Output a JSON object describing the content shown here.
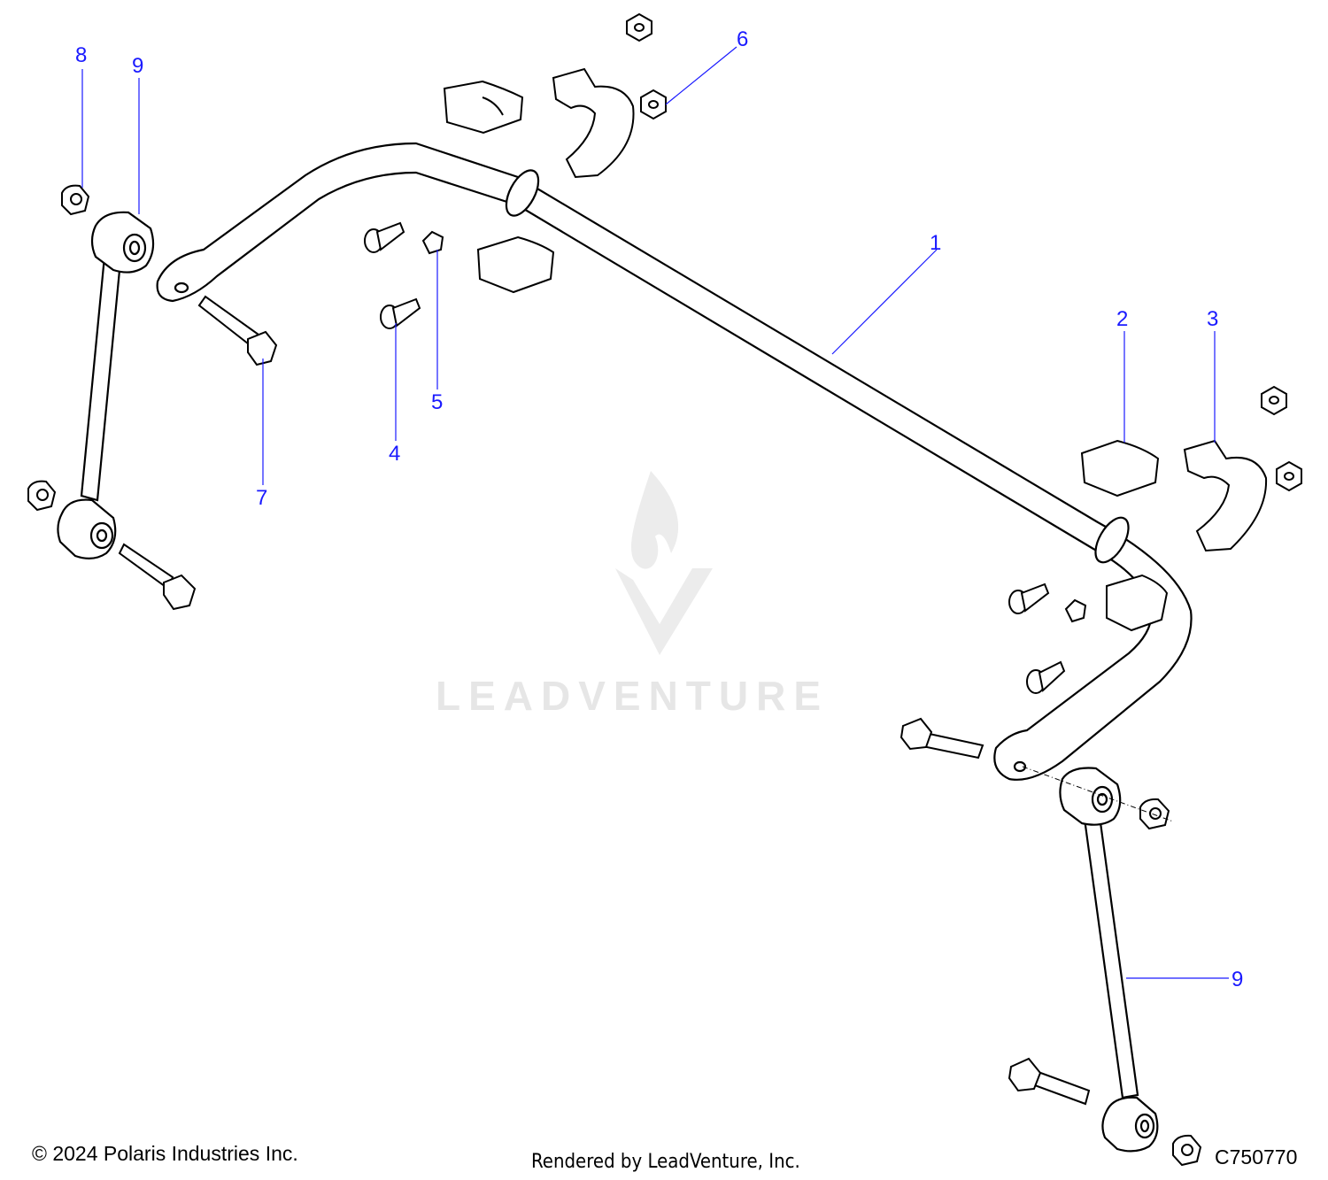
{
  "diagram": {
    "callouts": [
      {
        "id": "c1",
        "label": "1"
      },
      {
        "id": "c2",
        "label": "2"
      },
      {
        "id": "c3",
        "label": "3"
      },
      {
        "id": "c4",
        "label": "4"
      },
      {
        "id": "c5",
        "label": "5"
      },
      {
        "id": "c6",
        "label": "6"
      },
      {
        "id": "c7",
        "label": "7"
      },
      {
        "id": "c8",
        "label": "8"
      },
      {
        "id": "c9a",
        "label": "9"
      },
      {
        "id": "c9b",
        "label": "9"
      }
    ],
    "callout_color": "#1a1aff",
    "line_color": "#000000"
  },
  "watermark": {
    "text": "LEADVENTURE",
    "color": "#e6e6e6"
  },
  "footer": {
    "copyright": "© 2024 Polaris Industries Inc.",
    "rendered_by": "Rendered by LeadVenture, Inc.",
    "drawing_code": "C750770"
  }
}
